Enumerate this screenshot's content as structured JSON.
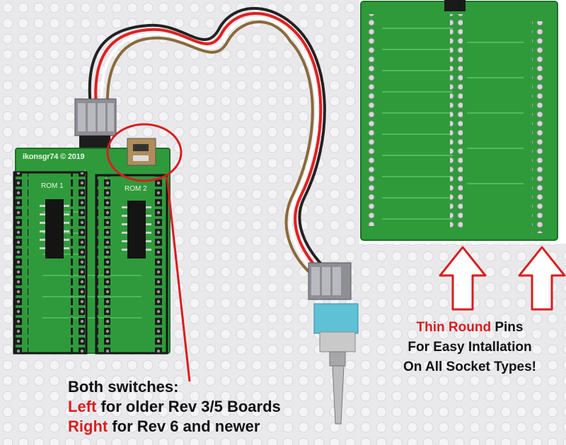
{
  "pcb": {
    "credit": "ikonsgr74 © 2019",
    "rom1_label": "ROM 1",
    "rom2_label": "ROM 2"
  },
  "caption_left": {
    "line1": "Both switches:",
    "line2_red": "Left",
    "line2_rest": " for older Rev 3/5 Boards",
    "line3_red": "Right",
    "line3_rest": " for Rev 6 and newer"
  },
  "caption_right": {
    "line1_red": "Thin Round",
    "line1_rest": " Pins",
    "line2": "For Easy Intallation",
    "line3": "On All Socket Types!"
  },
  "colors": {
    "pcb_green": "#2f9a3c",
    "accent_red": "#d81e1e",
    "switch_blue": "#5fc1d6"
  }
}
